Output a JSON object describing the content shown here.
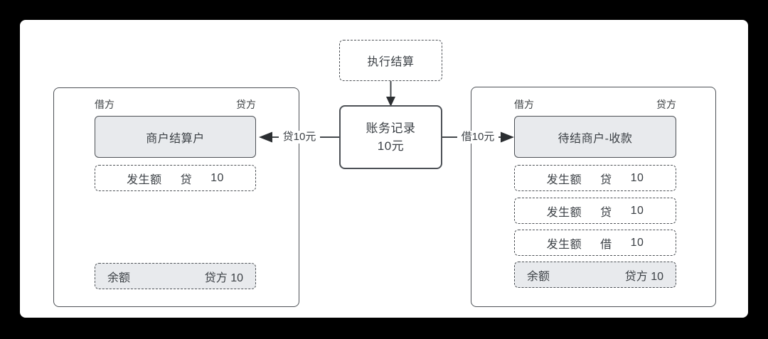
{
  "diagram": {
    "trigger": {
      "label": "执行结算"
    },
    "record": {
      "line1": "账务记录",
      "line2": "10元"
    },
    "flows": {
      "left_label": "贷10元",
      "right_label": "借10元"
    },
    "left_panel": {
      "debit_header": "借方",
      "credit_header": "贷方",
      "account": "商户结算户",
      "entries": [
        {
          "name": "发生额",
          "side": "贷",
          "amount": "10"
        }
      ],
      "balance": {
        "label": "余额",
        "value": "贷方 10"
      }
    },
    "right_panel": {
      "debit_header": "借方",
      "credit_header": "贷方",
      "account": "待结商户-收款",
      "entries": [
        {
          "name": "发生额",
          "side": "贷",
          "amount": "10"
        },
        {
          "name": "发生额",
          "side": "贷",
          "amount": "10"
        },
        {
          "name": "发生额",
          "side": "借",
          "amount": "10"
        }
      ],
      "balance": {
        "label": "余额",
        "value": "贷方 10"
      }
    },
    "colors": {
      "background": "#000000",
      "sheet": "#ffffff",
      "border": "#4d5156",
      "fill_gray": "#e8eaed",
      "text": "#3a3f44"
    }
  }
}
